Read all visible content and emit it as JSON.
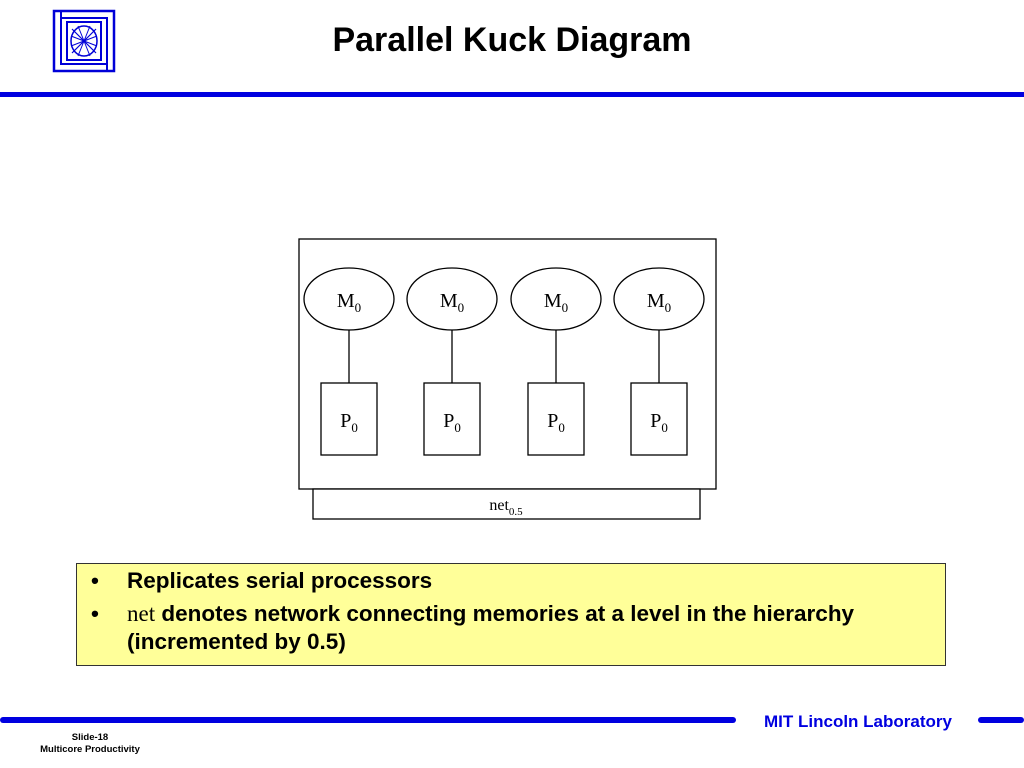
{
  "slide": {
    "title": "Parallel Kuck Diagram",
    "lab_name": "MIT Lincoln Laboratory",
    "slide_number": "Slide-18",
    "subtitle": "Multicore Productivity"
  },
  "diagram": {
    "units": [
      {
        "memory": {
          "base": "M",
          "sub": "0"
        },
        "processor": {
          "base": "P",
          "sub": "0"
        }
      },
      {
        "memory": {
          "base": "M",
          "sub": "0"
        },
        "processor": {
          "base": "P",
          "sub": "0"
        }
      },
      {
        "memory": {
          "base": "M",
          "sub": "0"
        },
        "processor": {
          "base": "P",
          "sub": "0"
        }
      },
      {
        "memory": {
          "base": "M",
          "sub": "0"
        },
        "processor": {
          "base": "P",
          "sub": "0"
        }
      }
    ],
    "network": {
      "base": "net",
      "sub": "0.5"
    }
  },
  "bullets": [
    {
      "code": "",
      "text": "Replicates serial processors"
    },
    {
      "code": "net",
      "text": " denotes network connecting memories at a level in the hierarchy (incremented by 0.5)"
    }
  ],
  "colors": {
    "accent": "#0000e0",
    "highlight_box": "#ffff99"
  }
}
